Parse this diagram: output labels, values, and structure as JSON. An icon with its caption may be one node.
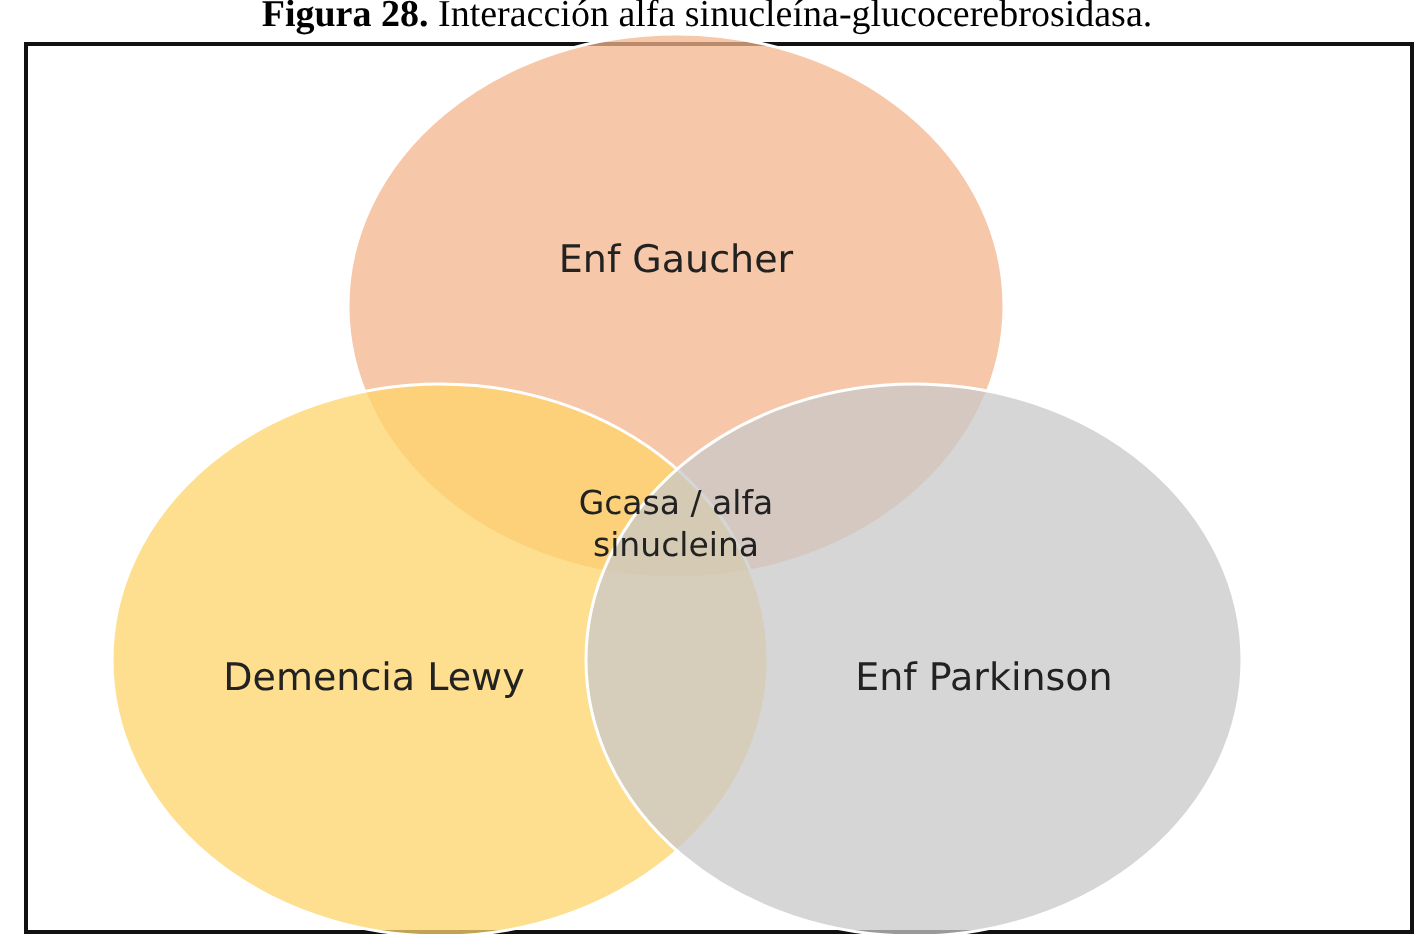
{
  "diagram": {
    "title": "**Figura 28.** Interacción alfa sinucleína-glucocerebrosidasa.",
    "nodes": [
      {
        "text": [
          "Enf Gaucher"
        ]
      },
      {
        "text": [
          "Demencia Lewy"
        ]
      },
      {
        "text": [
          "Enf Parkinson"
        ]
      }
    ],
    "labels": [
      "Gcasa / alfa sinucleina"
    ]
  }
}
